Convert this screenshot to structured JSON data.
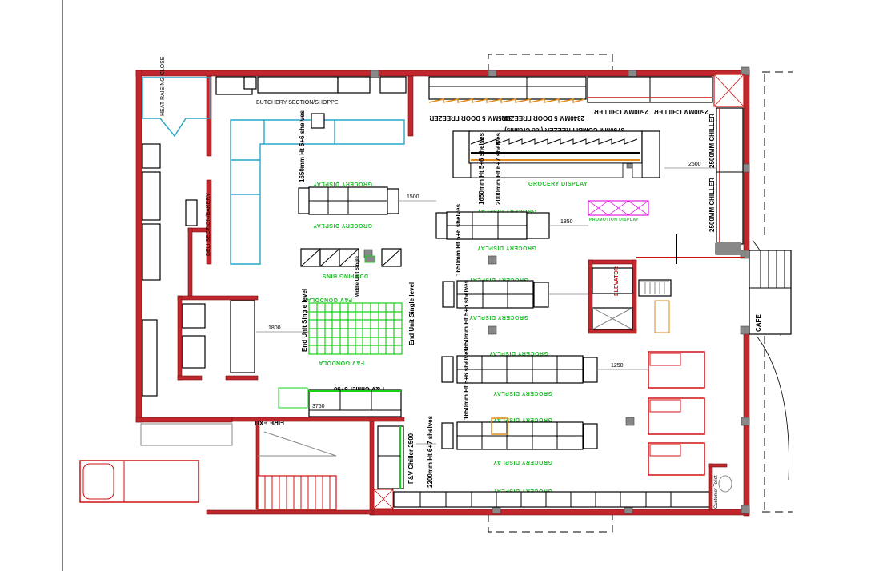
{
  "plan": {
    "labels": {
      "grocery_display": "GROCERY DISPLAY",
      "fire_exit": "FIRE EXIT",
      "elevator": "ELEVATOR",
      "fv_gondola": "F&V GONDOLA",
      "fv_chiller_3750": "F&V Chiller 3750",
      "fv_chiller_2500": "F&V Chiller 2500",
      "dumping_bins": "DUMPING BINS",
      "end_unit": "End Unit Single level",
      "middle_unit": "Middle Unit Single",
      "ht_1650": "1650mm Ht 5+6 shelves",
      "ht_2000": "2000mm Ht 6+7 shelves",
      "ht_2200": "2200mm Ht 6+7 shelves",
      "combi_freezer": "3750MM COMBI FREEZER (Ice Creams)",
      "freezer_2340": "2340MM 5 DOOR FREEZER",
      "freezer_3405": "3405MM 5 DOOR FREEZER",
      "chiller_2500": "2500MM CHILLER",
      "promotion_display": "PROMOTION DISPLAY",
      "cafe": "CAFE",
      "customer_toilet": "Customer Toilet",
      "butchery": "BUTCHERY SECTION/SHOPPE",
      "deli": "DELI SECTION/BAKERY",
      "cold_room": "HEAT RAISING CLOSE",
      "dim_1250": "1250",
      "dim_2500": "2500",
      "dim_3750": "3750",
      "dim_1500": "1500",
      "dim_1850": "1850",
      "dim_1800": "1800"
    },
    "colors": {
      "wall": "#c0282d",
      "green_fixture": "#1fbf2a",
      "cyan_room": "#2aa6c8",
      "promotion": "#e020e0",
      "freezer_outline": "#e08a1a"
    }
  }
}
